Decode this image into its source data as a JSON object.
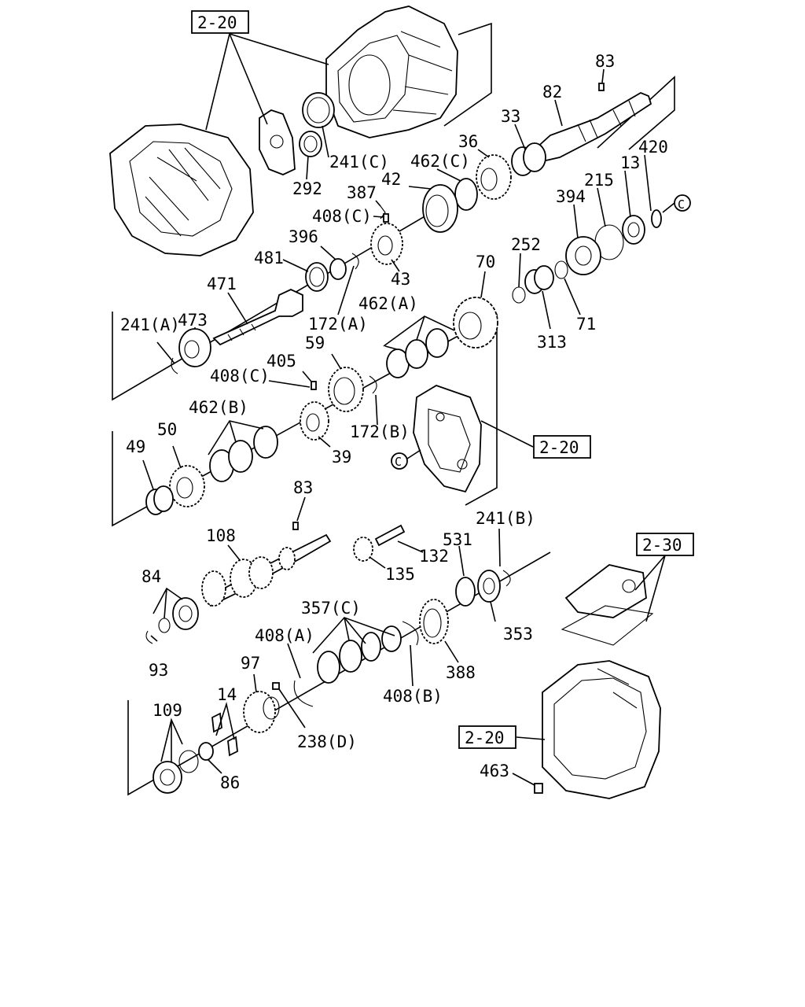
{
  "labels": {
    "ref_top": "2-20",
    "p83a": "83",
    "p82": "82",
    "p33": "33",
    "p36": "36",
    "p462c": "462(C)",
    "p420": "420",
    "p13": "13",
    "p215": "215",
    "p42": "42",
    "p241c": "241(C)",
    "p292": "292",
    "p387": "387",
    "p408c_a": "408(C)",
    "p394": "394",
    "c_mark_a": "C",
    "p396": "396",
    "p481": "481",
    "p43": "43",
    "p252": "252",
    "p70": "70",
    "p471": "471",
    "p473": "473",
    "p172a": "172(A)",
    "p462a": "462(A)",
    "p71": "71",
    "p313": "313",
    "p241a": "241(A)",
    "p59": "59",
    "p405": "405",
    "p408c_b": "408(C)",
    "p172b": "172(B)",
    "p462b": "462(B)",
    "p50": "50",
    "p49": "49",
    "p39": "39",
    "ref_mid": "2-20",
    "c_mark_b": "C",
    "p83b": "83",
    "p241b": "241(B)",
    "p531": "531",
    "p108": "108",
    "p132": "132",
    "p135": "135",
    "ref_30": "2-30",
    "p84": "84",
    "p357c": "357(C)",
    "p353": "353",
    "p408a": "408(A)",
    "p388": "388",
    "p93": "93",
    "p97": "97",
    "p408b": "408(B)",
    "p14": "14",
    "p109": "109",
    "p238d": "238(D)",
    "ref_bot": "2-20",
    "p86": "86",
    "p463": "463"
  }
}
